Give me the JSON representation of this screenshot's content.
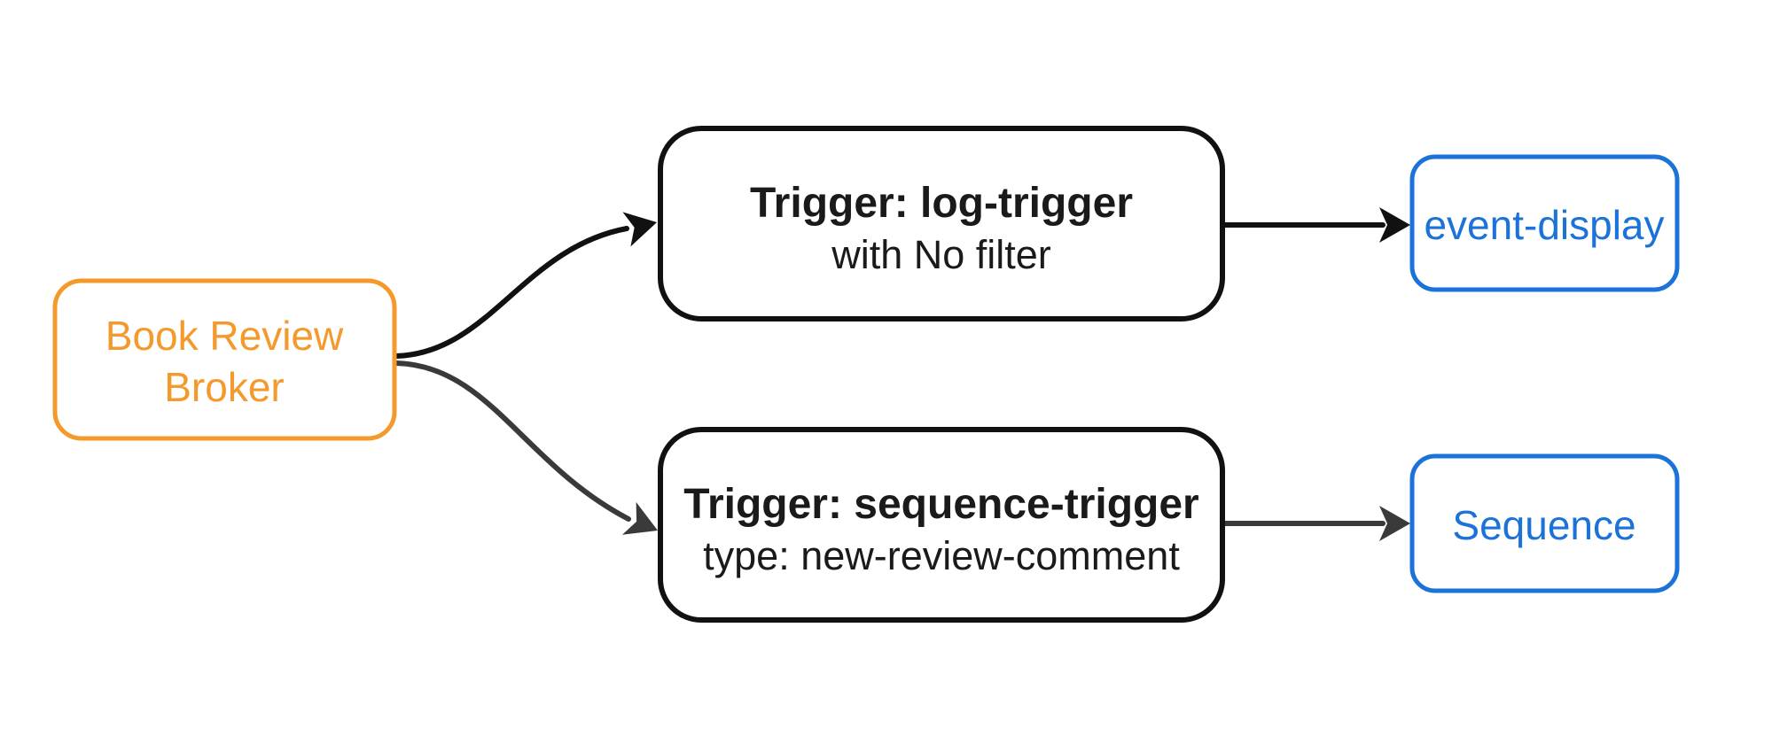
{
  "canvas": {
    "background": "#ffffff"
  },
  "colors": {
    "orange": "#F4992C",
    "blue": "#1B72D8",
    "node_border_black": "#111111",
    "node_text_black": "#1A1A1A",
    "edge_black": "#111111",
    "edge_gray": "#3A3A3A"
  },
  "nodes": {
    "broker": {
      "lines": [
        "Book Review",
        "Broker"
      ],
      "border_color": "#F4992C",
      "text_color": "#F4992C"
    },
    "log_trigger": {
      "title": "Trigger: log-trigger",
      "subtitle": "with No filter",
      "border_color": "#111111",
      "text_color": "#1A1A1A"
    },
    "sequence_trigger": {
      "title": "Trigger: sequence-trigger",
      "subtitle": "type: new-review-comment",
      "border_color": "#111111",
      "text_color": "#1A1A1A"
    },
    "event_display": {
      "label": "event-display",
      "border_color": "#1B72D8",
      "text_color": "#1B72D8"
    },
    "sequence": {
      "label": "Sequence",
      "border_color": "#1B72D8",
      "text_color": "#1B72D8"
    }
  },
  "edges": [
    {
      "from": "broker",
      "to": "log_trigger",
      "color": "#111111"
    },
    {
      "from": "broker",
      "to": "sequence_trigger",
      "color": "#3A3A3A"
    },
    {
      "from": "log_trigger",
      "to": "event_display",
      "color": "#111111"
    },
    {
      "from": "sequence_trigger",
      "to": "sequence",
      "color": "#3A3A3A"
    }
  ]
}
